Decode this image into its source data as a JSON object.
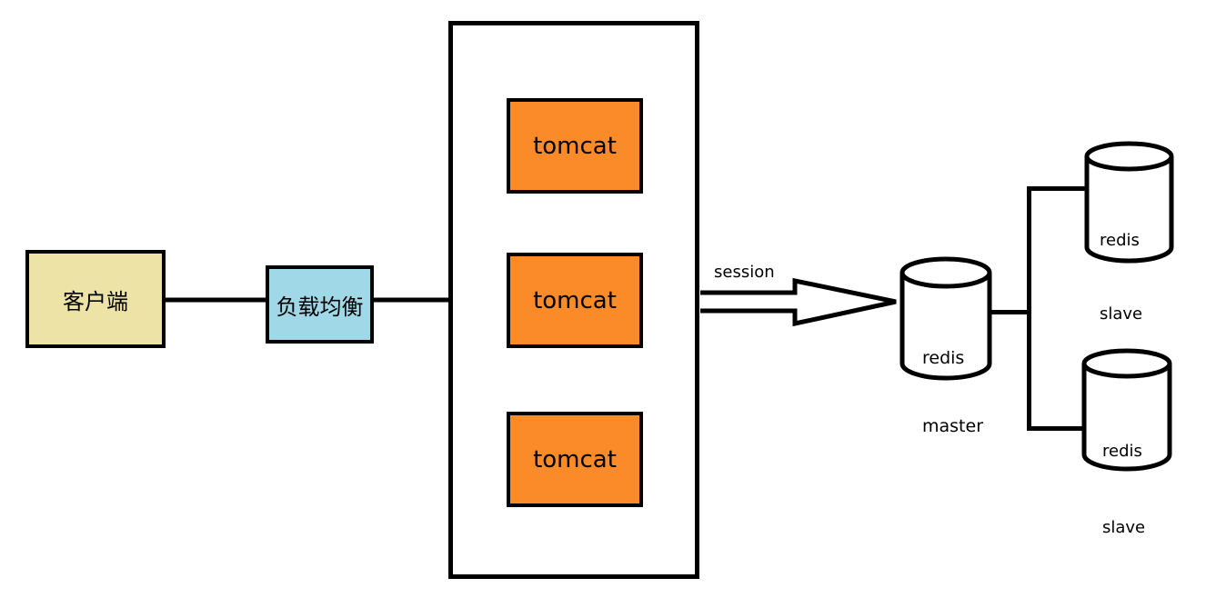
{
  "diagram": {
    "client": {
      "label": "客户端"
    },
    "load_balancer": {
      "label": "负载均衡"
    },
    "cluster": {
      "tomcats": [
        {
          "label": "tomcat"
        },
        {
          "label": "tomcat"
        },
        {
          "label": "tomcat"
        }
      ]
    },
    "session_arrow": {
      "label": "session"
    },
    "redis": {
      "master": {
        "line1": "redis",
        "line2": "master"
      },
      "slave_top": {
        "line1": "redis",
        "line2": "slave"
      },
      "slave_bottom": {
        "line1": "redis",
        "line2": "slave"
      }
    }
  },
  "colors": {
    "client_fill": "#EDE3A7",
    "load_balancer_fill": "#A0D8E8",
    "tomcat_fill": "#FA8B28",
    "shape_fill": "#FFFFFF",
    "line_stroke": "#000000"
  }
}
